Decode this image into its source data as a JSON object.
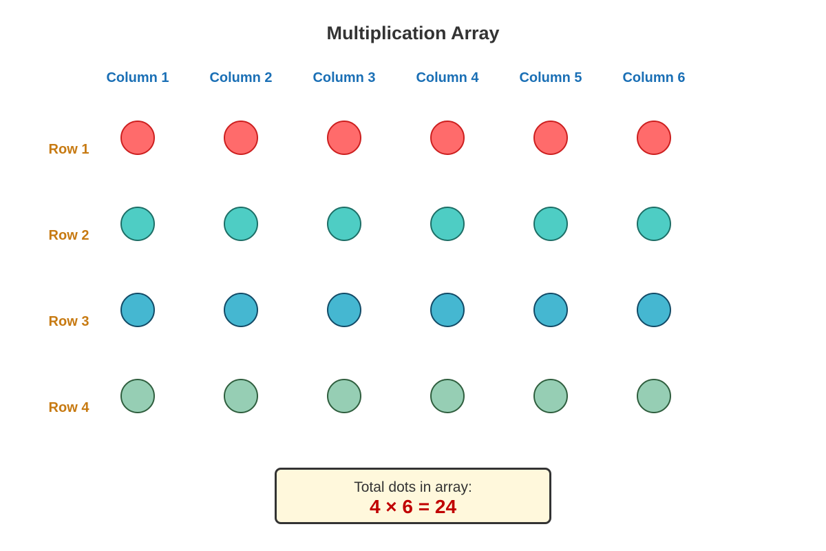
{
  "title": "Multiplication Array",
  "columns": [
    "Column 1",
    "Column 2",
    "Column 3",
    "Column 4",
    "Column 5",
    "Column 6"
  ],
  "rows": [
    {
      "label": "Row 1",
      "fill": "#ff6b6b",
      "stroke": "#cc1f1f"
    },
    {
      "label": "Row 2",
      "fill": "#4ecdc4",
      "stroke": "#1d6e66"
    },
    {
      "label": "Row 3",
      "fill": "#45b7d1",
      "stroke": "#124a66"
    },
    {
      "label": "Row 4",
      "fill": "#96ceb4",
      "stroke": "#2f5e3e"
    }
  ],
  "summary": {
    "label": "Total dots in array:",
    "equation": "4 × 6 = 24"
  },
  "colors": {
    "column_header": "#1a6fb5",
    "row_label": "#c77a12",
    "equation": "#c00000",
    "summary_background": "#fff8dc"
  }
}
